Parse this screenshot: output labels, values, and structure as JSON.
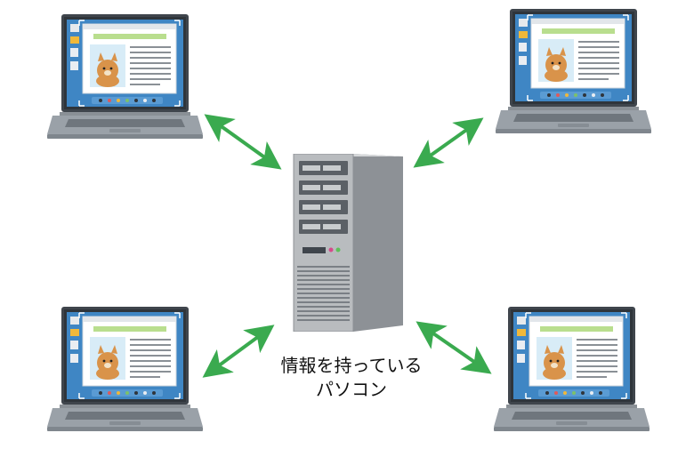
{
  "server": {
    "caption": [
      "情報を持っている",
      "パソコン"
    ]
  },
  "colors": {
    "arrow": "#3aaa4f",
    "laptop_body": "#9aa1a8",
    "laptop_bezel": "#3f454c",
    "desktop_bg": "#3f86c4",
    "server_front": "#b9bcbf",
    "server_side": "#8d9196"
  },
  "laptops": [
    {
      "name": "laptop-top-left"
    },
    {
      "name": "laptop-top-right"
    },
    {
      "name": "laptop-bottom-left"
    },
    {
      "name": "laptop-bottom-right"
    }
  ],
  "connections": [
    {
      "from": "laptop-top-left",
      "to": "server",
      "bidirectional": true
    },
    {
      "from": "laptop-top-right",
      "to": "server",
      "bidirectional": true
    },
    {
      "from": "laptop-bottom-left",
      "to": "server",
      "bidirectional": true
    },
    {
      "from": "laptop-bottom-right",
      "to": "server",
      "bidirectional": true
    }
  ]
}
